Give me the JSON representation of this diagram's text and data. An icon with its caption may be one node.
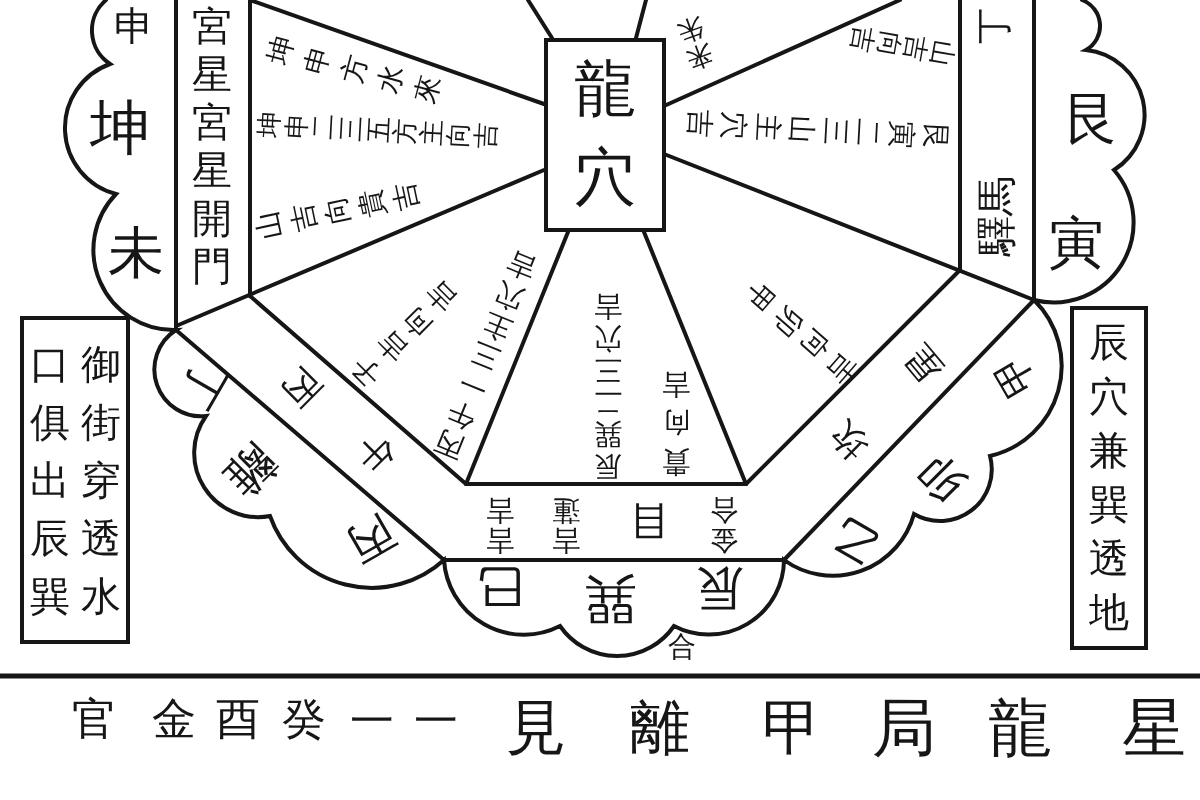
{
  "diagram": {
    "nodes": [
      {
        "text": [
          "龍穴"
        ]
      },
      {
        "text": [
          "口俱出辰巽",
          "御街穿透水"
        ]
      },
      {
        "text": [
          "辰穴兼巽透地"
        ]
      }
    ],
    "labels": [
      "申",
      "坤",
      "未",
      "宮星宮星開門",
      "坤申方水來",
      "坤申二三五方主向吉",
      "山吉向貴吉",
      "来朱",
      "山吉向吉",
      "艮寅二三山主穴吉",
      "丁",
      "驛馬",
      "艮",
      "寅",
      "吉向卯甲",
      "子吉向吉",
      "丙午一三主穴吉",
      "辰巽二三穴吉",
      "貴向吉",
      "丙",
      "午",
      "星",
      "坎",
      "甲",
      "卯",
      "乙",
      "吉吉",
      "吉蓮",
      "目",
      "金合",
      "丁",
      "離",
      "丙",
      "辰",
      "巽",
      "巳",
      "合",
      "星",
      "龍",
      "局",
      "甲",
      "離",
      "見",
      "一",
      "一",
      "癸",
      "酉",
      "金",
      "官"
    ]
  }
}
